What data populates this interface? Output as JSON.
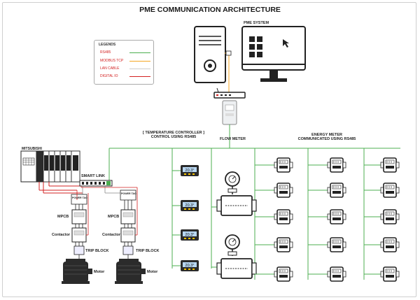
{
  "title": "PME COMMUNICATION ARCHITECTURE",
  "legend": {
    "title": "LEGENDS",
    "items": [
      {
        "label": "RS485",
        "color": "#4caf50"
      },
      {
        "label": "MODBUS TCP",
        "color": "#f5a623"
      },
      {
        "label": "LAN CABLE",
        "color": "#cccccc"
      },
      {
        "label": "DIGITAL IO",
        "color": "#d32020"
      }
    ]
  },
  "labels": {
    "pme_system": "PME  SYSTEM",
    "mitsubishi": "MITSUBISHI",
    "smart_link": "SMART LINK",
    "power_tag": "POWER TAG",
    "mpcb": "MPCB",
    "contactor": "Contactor",
    "trip_block": "TRIP BLOCK",
    "motor": "Motor",
    "temp_controller": "[ TEMPERATURE CONTROLLER ]\nCONTROL USING RS485",
    "flow_meter": "FLOW METER",
    "energy_meter": "ENERGY METER\nCOMMUNICATED USING RS485",
    "temp_reading": "20.3°"
  },
  "colors": {
    "rs485": "#4caf50",
    "modbus": "#f5a623",
    "lan": "#cccccc",
    "digital_io": "#d32020"
  }
}
